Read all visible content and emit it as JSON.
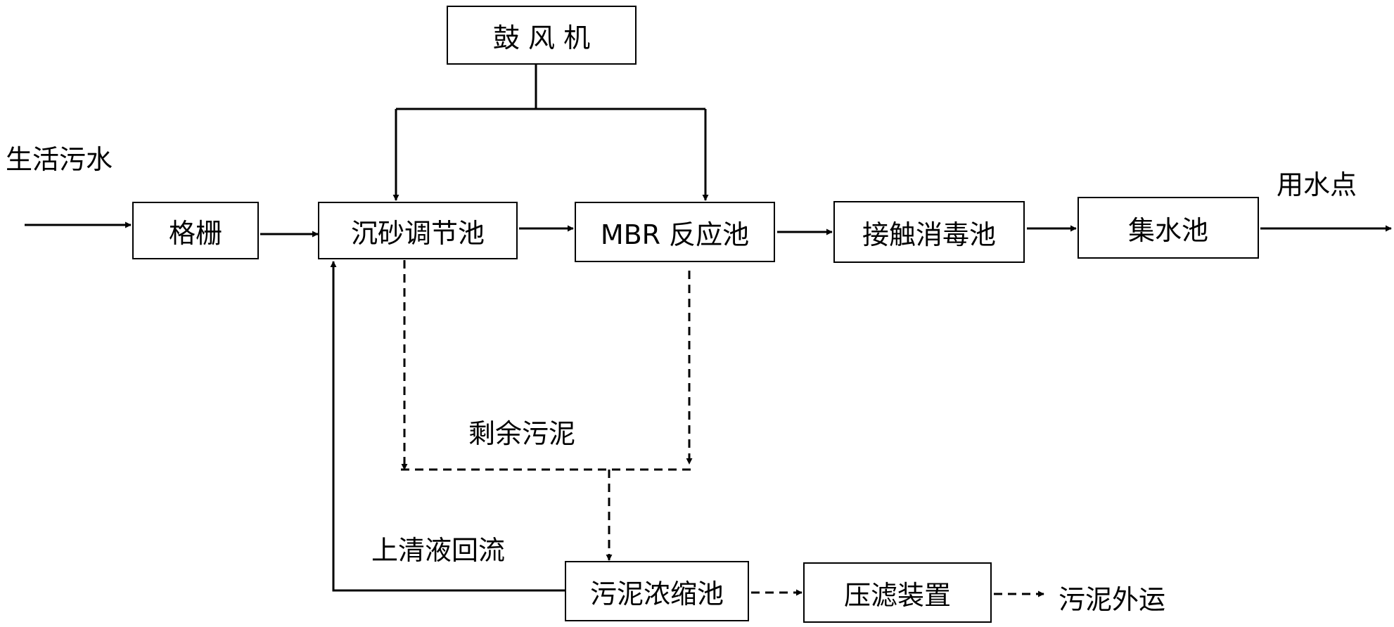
{
  "diagram": {
    "nodes": {
      "blower": "鼓 风 机",
      "screen": "格栅",
      "grit_chamber": "沉砂调节池",
      "mbr_reactor": "MBR 反应池",
      "disinfection_tank": "接触消毒池",
      "collection_tank": "集水池",
      "sludge_thickener": "污泥浓缩池",
      "filter_press": "压滤装置"
    },
    "labels": {
      "influent": "生活污水",
      "water_use_point": "用水点",
      "excess_sludge": "剩余污泥",
      "supernatant_return": "上清液回流",
      "sludge_disposal": "污泥外运"
    },
    "styles": {
      "line_color": "#000000",
      "solid_line": "main flow",
      "dashed_line": "sludge flow"
    }
  }
}
